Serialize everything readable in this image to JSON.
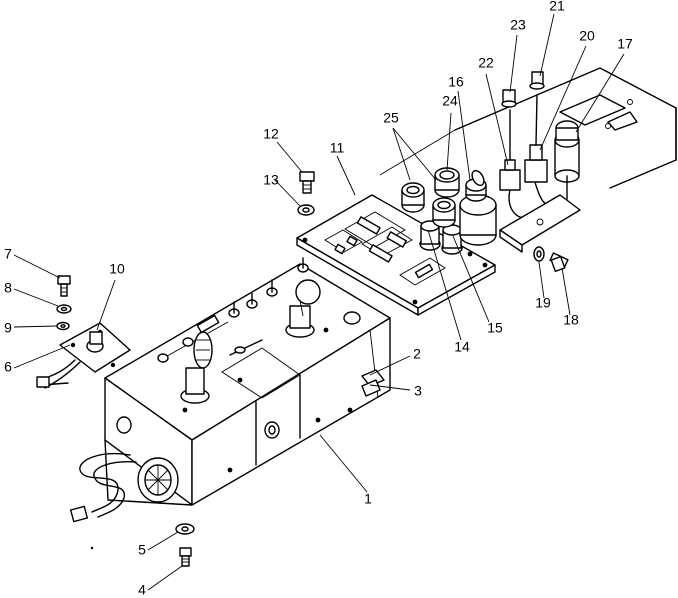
{
  "diagram": {
    "callouts": [
      {
        "id": "c1",
        "text": "1"
      },
      {
        "id": "c2",
        "text": "2"
      },
      {
        "id": "c3",
        "text": "3"
      },
      {
        "id": "c4",
        "text": "4"
      },
      {
        "id": "c5",
        "text": "5"
      },
      {
        "id": "c6",
        "text": "6"
      },
      {
        "id": "c7",
        "text": "7"
      },
      {
        "id": "c8",
        "text": "8"
      },
      {
        "id": "c9",
        "text": "9"
      },
      {
        "id": "c10",
        "text": "10"
      },
      {
        "id": "c11",
        "text": "11"
      },
      {
        "id": "c12",
        "text": "12"
      },
      {
        "id": "c13",
        "text": "13"
      },
      {
        "id": "c14",
        "text": "14"
      },
      {
        "id": "c15",
        "text": "15"
      },
      {
        "id": "c16",
        "text": "16"
      },
      {
        "id": "c17",
        "text": "17"
      },
      {
        "id": "c18",
        "text": "18"
      },
      {
        "id": "c19",
        "text": "19"
      },
      {
        "id": "c20",
        "text": "20"
      },
      {
        "id": "c21",
        "text": "21"
      },
      {
        "id": "c22",
        "text": "22"
      },
      {
        "id": "c23",
        "text": "23"
      },
      {
        "id": "c24",
        "text": "24"
      },
      {
        "id": "c25",
        "text": "25"
      }
    ],
    "colors": {
      "line": "#000000",
      "background": "#ffffff"
    }
  }
}
